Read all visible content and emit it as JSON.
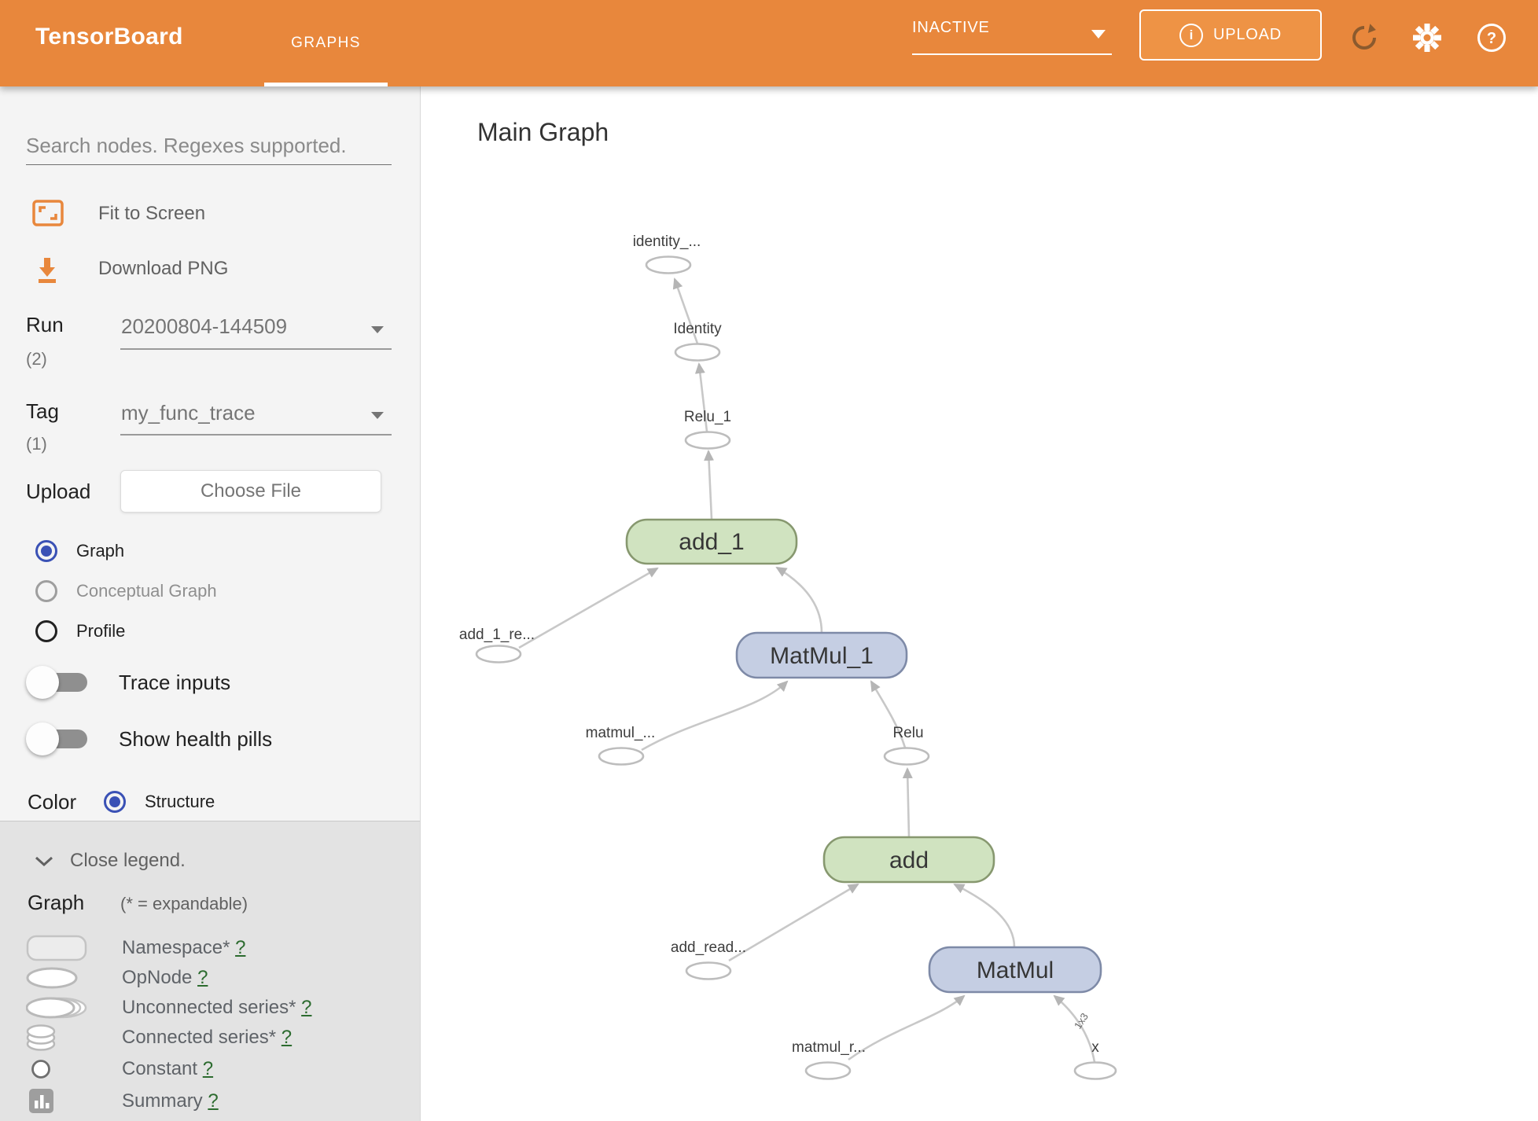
{
  "header": {
    "brand": "TensorBoard",
    "tab": "GRAPHS",
    "status_dropdown": "INACTIVE",
    "upload_label": "UPLOAD",
    "info_glyph": "i",
    "help_glyph": "?",
    "accent_color": "#e8873c"
  },
  "sidebar": {
    "search_placeholder": "Search nodes. Regexes supported.",
    "fit_to_screen": "Fit to Screen",
    "download_png": "Download PNG",
    "run": {
      "label": "Run",
      "count": "(2)",
      "value": "20200804-144509"
    },
    "tag": {
      "label": "Tag",
      "count": "(1)",
      "value": "my_func_trace"
    },
    "upload": {
      "label": "Upload",
      "button": "Choose File"
    },
    "views": [
      {
        "label": "Graph",
        "selected": true
      },
      {
        "label": "Conceptual Graph",
        "selected": false
      },
      {
        "label": "Profile",
        "selected": false
      }
    ],
    "toggles": [
      {
        "label": "Trace inputs",
        "on": false
      },
      {
        "label": "Show health pills",
        "on": false
      }
    ],
    "color": {
      "label": "Color",
      "option": "Structure",
      "selected": true
    }
  },
  "legend": {
    "close_label": "Close legend.",
    "header": "Graph",
    "note": "(* = expandable)",
    "items": [
      {
        "shape": "namespace",
        "label": "Namespace*",
        "help": "?"
      },
      {
        "shape": "opnode",
        "label": "OpNode",
        "help": "?"
      },
      {
        "shape": "unconnected-series",
        "label": "Unconnected series*",
        "help": "?"
      },
      {
        "shape": "connected-series",
        "label": "Connected series*",
        "help": "?"
      },
      {
        "shape": "constant",
        "label": "Constant",
        "help": "?"
      },
      {
        "shape": "summary",
        "label": "Summary",
        "help": "?"
      }
    ]
  },
  "main": {
    "title": "Main Graph",
    "graph": {
      "op_nodes": [
        {
          "label": "add_1",
          "style": "green"
        },
        {
          "label": "MatMul_1",
          "style": "blue"
        },
        {
          "label": "add",
          "style": "green"
        },
        {
          "label": "MatMul",
          "style": "blue"
        }
      ],
      "ellipse_nodes": [
        {
          "label": "identity_..."
        },
        {
          "label": "Identity"
        },
        {
          "label": "Relu_1"
        },
        {
          "label": "add_1_re..."
        },
        {
          "label": "matmul_..."
        },
        {
          "label": "Relu"
        },
        {
          "label": "add_read..."
        },
        {
          "label": "matmul_r..."
        },
        {
          "label": "x"
        }
      ],
      "edge_label": "1x3"
    }
  },
  "colors": {
    "node_green_fill": "#d0e3c0",
    "node_green_border": "#87986f",
    "node_blue_fill": "#c5cee3",
    "node_blue_border": "#7e8aa7",
    "edge": "#c8c8c8",
    "radio_selected": "#3a51b5",
    "help_link": "#2c6b2f"
  }
}
